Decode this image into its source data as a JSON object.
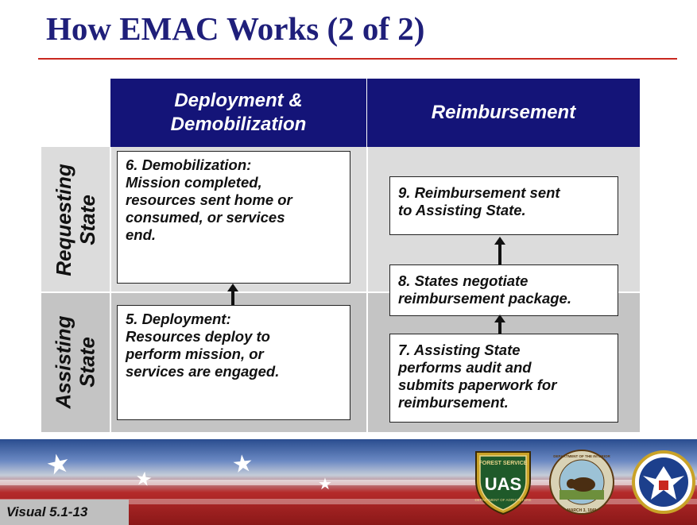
{
  "title": "How EMAC Works (2 of 2)",
  "columns": {
    "deployment": [
      "Deployment &",
      "Demobilization"
    ],
    "reimbursement": [
      "Reimbursement"
    ]
  },
  "rows": {
    "requesting": [
      "Requesting",
      "State"
    ],
    "assisting": [
      "Assisting",
      "State"
    ]
  },
  "steps": {
    "step6": [
      "6.  Demobilization:",
      "Mission completed,",
      "resources sent home or",
      "consumed, or services",
      "end."
    ],
    "step5": [
      "5.  Deployment:",
      "Resources deploy to",
      "perform mission, or",
      "services are engaged."
    ],
    "step9": [
      "9.  Reimbursement sent",
      "to Assisting State."
    ],
    "step8": [
      "8.  States negotiate",
      "reimbursement package."
    ],
    "step7": [
      "7.  Assisting State",
      "performs audit and",
      "submits paperwork for",
      "reimbursement."
    ]
  },
  "footer": {
    "visual_label": "Visual 5.1-13",
    "logos": {
      "forest_service": {
        "top": "FOREST SERVICE",
        "center": "UAS",
        "bottom": "DEPARTMENT OF AGRICULTURE",
        "icon": "forest-service-shield-icon"
      },
      "interior": {
        "top": "DEPARTMENT OF THE INTERIOR",
        "bottom": "MARCH 3, 1849",
        "icon": "bison-seal-icon"
      },
      "eagle": {
        "icon": "eagle-seal-icon"
      }
    }
  },
  "colors": {
    "title": "#1f1f7a",
    "header_bg": "#141478",
    "title_rule": "#c9281f",
    "requesting_band": "#dcdcdc",
    "assisting_band": "#c4c4c4"
  }
}
